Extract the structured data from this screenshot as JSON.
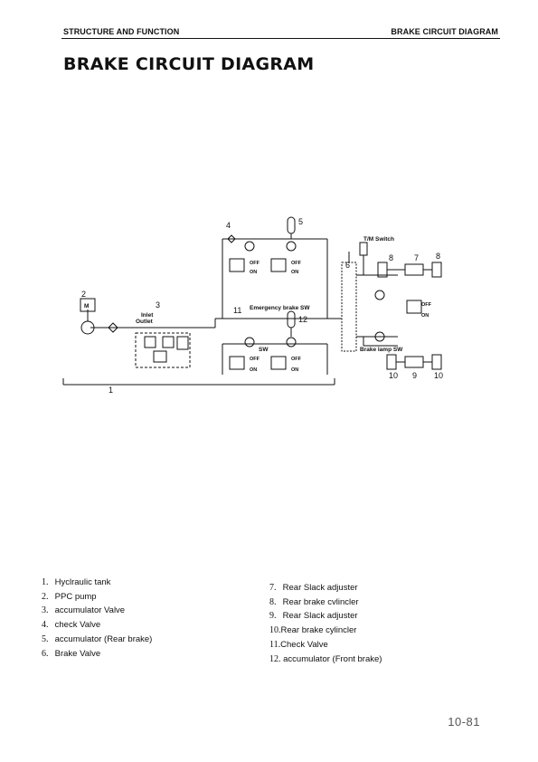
{
  "header": {
    "section": "STRUCTURE AND FUNCTION",
    "topic": "BRAKE CIRCUIT DIAGRAM"
  },
  "title": "BRAKE CIRCUIT DIAGRAM",
  "diagram": {
    "callouts": {
      "c1": "1",
      "c2": "2",
      "c3": "3",
      "c4": "4",
      "c5": "5",
      "c6": "6",
      "c7": "7",
      "c8a": "8",
      "c8b": "8",
      "c9": "9",
      "c10a": "10",
      "c10b": "10",
      "c11": "11",
      "c12": "12"
    },
    "labels": {
      "tm_switch": "T/M Switch",
      "emergency_brake_sw": "Emergency brake SW",
      "brake_lamp_sw": "Brake lamp SW",
      "sw": "SW",
      "inlet": "Inlet",
      "outlet": "Outlet",
      "motor": "M",
      "off": "OFF",
      "on": "ON"
    }
  },
  "legend": {
    "left": [
      {
        "num": "1.",
        "text": "Hyclraulic tank"
      },
      {
        "num": "2.",
        "text": "PPC pump"
      },
      {
        "num": "3.",
        "text": "accumulator Valve"
      },
      {
        "num": "4.",
        "text": "check Valve"
      },
      {
        "num": "5.",
        "text": "accumulator (Rear brake)"
      },
      {
        "num": "6.",
        "text": "Brake Valve"
      }
    ],
    "right": [
      {
        "num": "7.",
        "text": "Rear Slack adjuster"
      },
      {
        "num": "8.",
        "text": "Rear brake cvlincler"
      },
      {
        "num": "9.",
        "text": "Rear Slack adjuster"
      },
      {
        "num": "10.",
        "text": "Rear brake cylincler"
      },
      {
        "num": "11.",
        "text": "Check Valve"
      },
      {
        "num": "12.",
        "text": "accumulator (Front brake)"
      }
    ]
  },
  "page_number": "10-81"
}
